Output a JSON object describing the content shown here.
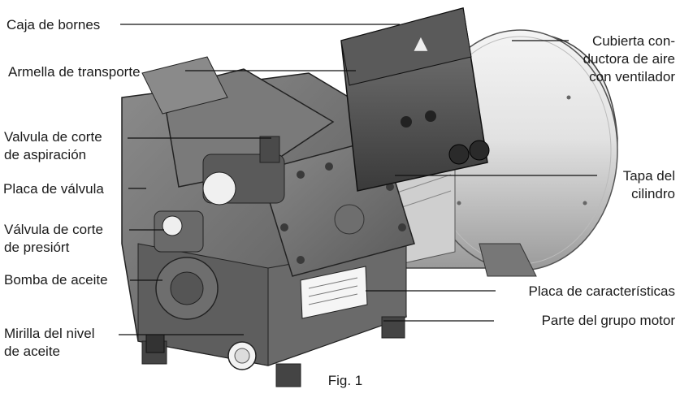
{
  "labels": {
    "terminal_box": "Caja de bornes",
    "eyebolt": "Armella de transporte",
    "suction_valve_1": "Valvula de corte",
    "suction_valve_2": "de aspiración",
    "valve_plate": "Placa de válvula",
    "discharge_valve_1": "Válvula de corte",
    "discharge_valve_2": "de presiórt",
    "oil_pump": "Bomba de aceite",
    "sight_glass_1": "Mirilla del nivel",
    "sight_glass_2": "de aceite",
    "fan_cover_1": "Cubierta con-",
    "fan_cover_2": "ductora de aire",
    "fan_cover_3": "con ventilador",
    "cylinder_cover_1": "Tapa del",
    "cylinder_cover_2": "cilindro",
    "nameplate": "Placa de características",
    "motor_part": "Parte del grupo motor"
  },
  "caption": "Fig. 1",
  "logo_text": "▲"
}
